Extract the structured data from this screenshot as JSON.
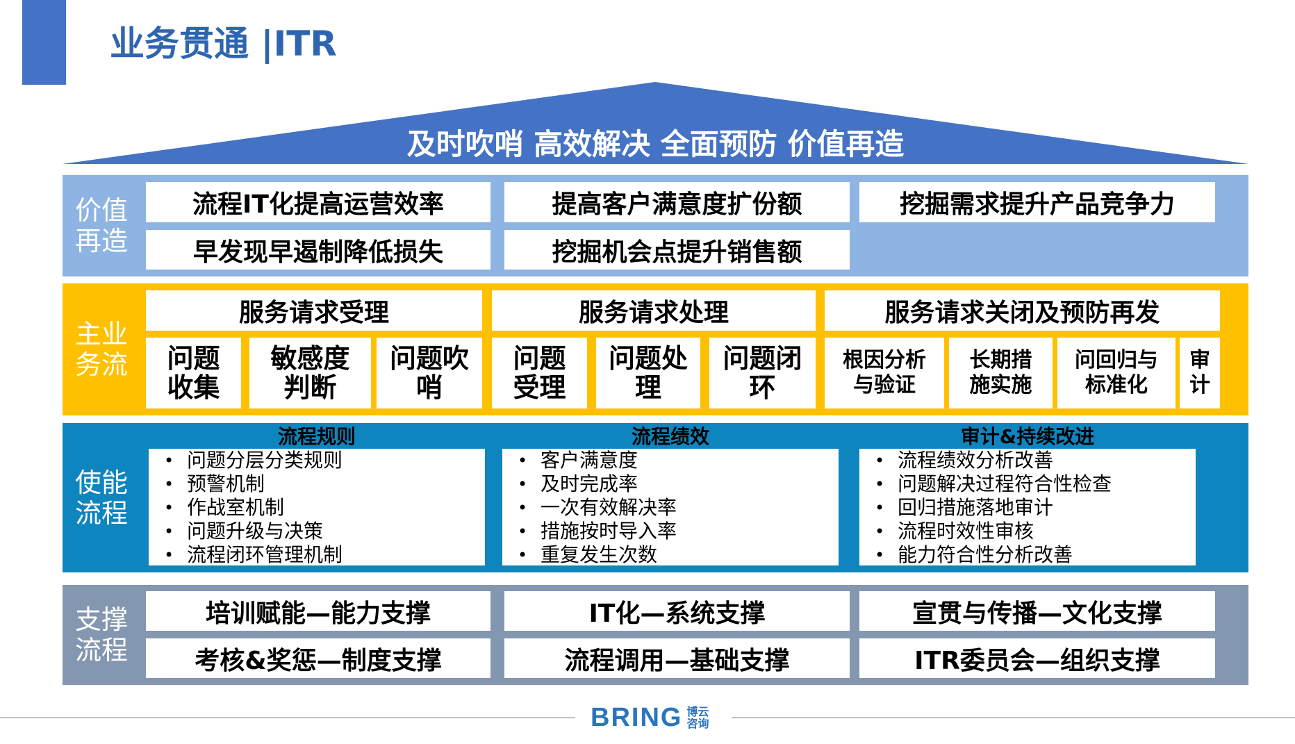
{
  "title": "业务贯通 |ITR",
  "roof": "及时吹哨 高效解决 全面预防 价值再造",
  "value": {
    "label": "价值再造",
    "items": [
      "流程IT化提高运营效率",
      "提高客户满意度扩份额",
      "挖掘需求提升产品竞争力",
      "早发现早遏制降低损失",
      "挖掘机会点提升销售额"
    ]
  },
  "main": {
    "label": "主业务流",
    "groups": [
      "服务请求受理",
      "服务请求处理",
      "服务请求关闭及预防再发"
    ],
    "steps": [
      "问题收集",
      "敏感度判断",
      "问题吹哨",
      "问题受理",
      "问题处理",
      "问题闭环",
      "根因分析与验证",
      "长期措施实施",
      "问回归与标准化",
      "审计"
    ]
  },
  "enable": {
    "label": "使能流程",
    "columns": [
      {
        "title": "流程规则",
        "items": [
          "问题分层分类规则",
          "预警机制",
          "作战室机制",
          "问题升级与决策",
          "流程闭环管理机制"
        ]
      },
      {
        "title": "流程绩效",
        "items": [
          "客户满意度",
          "及时完成率",
          "一次有效解决率",
          "措施按时导入率",
          "重复发生次数"
        ]
      },
      {
        "title": "审计&持续改进",
        "items": [
          "流程绩效分析改善",
          "问题解决过程符合性检查",
          "回归措施落地审计",
          "流程时效性审核",
          "能力符合性分析改善"
        ]
      }
    ]
  },
  "support": {
    "label": "支撑流程",
    "items": [
      "培训赋能—能力支撑",
      "IT化—系统支撑",
      "宣贯与传播—文化支撑",
      "考核&奖惩—制度支撑",
      "流程调用—基础支撑",
      "ITR委员会—组织支撑"
    ]
  },
  "logo": {
    "main": "BRING",
    "sub1": "博云",
    "sub2": "咨询"
  },
  "colors": {
    "accent": "#4472C4",
    "title": "#2E65B0",
    "value": "#8DB4E2",
    "main": "#FFC000",
    "enable": "#0F85BF",
    "support": "#8497B0"
  }
}
